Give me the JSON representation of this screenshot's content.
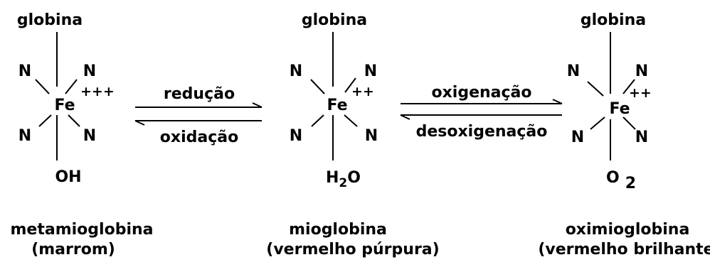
{
  "molecules": [
    {
      "top_group": "globina",
      "metal": "Fe",
      "charge": "+++",
      "ligands": [
        "N",
        "N",
        "N",
        "N"
      ],
      "bottom_group": "OH",
      "name": "metamioglobina",
      "color_note": "(marrom)"
    },
    {
      "top_group": "globina",
      "metal": "Fe",
      "charge": "++",
      "ligands": [
        "N",
        "N",
        "N",
        "N"
      ],
      "bottom_group": {
        "main": "H",
        "sub": "2",
        "tail": "O"
      },
      "name": "mioglobina",
      "color_note": "(vermelho púrpura)"
    },
    {
      "top_group": "globina",
      "metal": "Fe",
      "charge": "++",
      "ligands": [
        "N",
        "N",
        "N",
        "N"
      ],
      "bottom_group": {
        "main": "O",
        "sub": "2"
      },
      "name": "oximioglobina",
      "color_note": "(vermelho brilhante)"
    }
  ],
  "reactions": [
    {
      "forward": "redução",
      "backward": "oxidação"
    },
    {
      "forward": "oxigenação",
      "backward": "desoxigenação"
    }
  ]
}
